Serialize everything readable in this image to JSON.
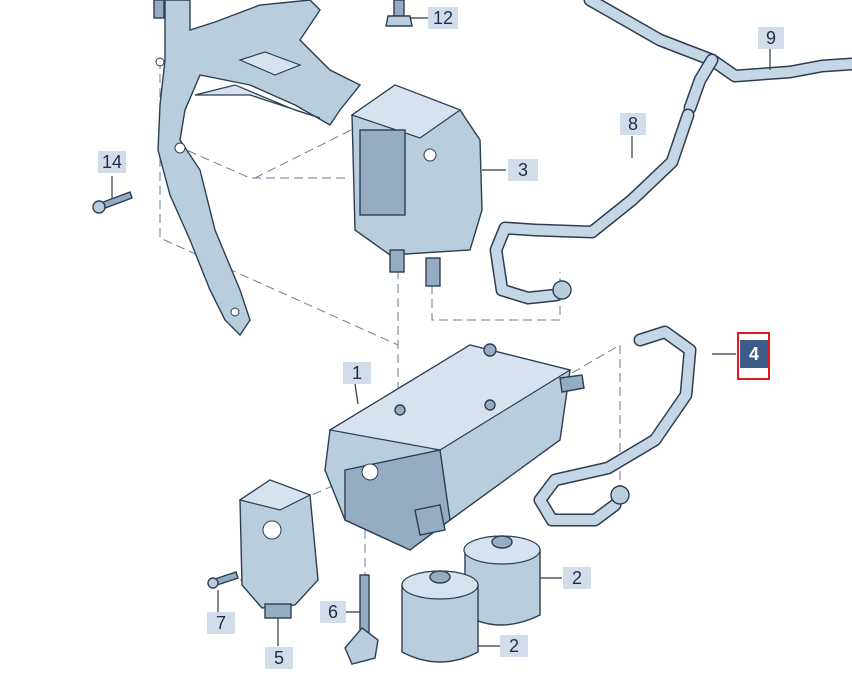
{
  "callouts": {
    "c1": "1",
    "c2a": "2",
    "c2b": "2",
    "c3": "3",
    "c4": "4",
    "c5": "5",
    "c6": "6",
    "c7": "7",
    "c8": "8",
    "c9": "9",
    "c12": "12",
    "c14": "14"
  },
  "selected_callout": "4",
  "colors": {
    "callout_bg": "#d3dde9",
    "selected_bg": "#3d5c8a",
    "selected_border": "#e01a1a",
    "part_fill": "#b9cedd",
    "line": "#2c3e55"
  },
  "icons": {
    "mounting_bracket": "bracket-icon",
    "control_unit": "control-unit-icon",
    "heater_unit": "heater-unit-icon",
    "fuel_filter": "canister-icon",
    "hose": "hose-icon",
    "bolt": "bolt-icon"
  }
}
